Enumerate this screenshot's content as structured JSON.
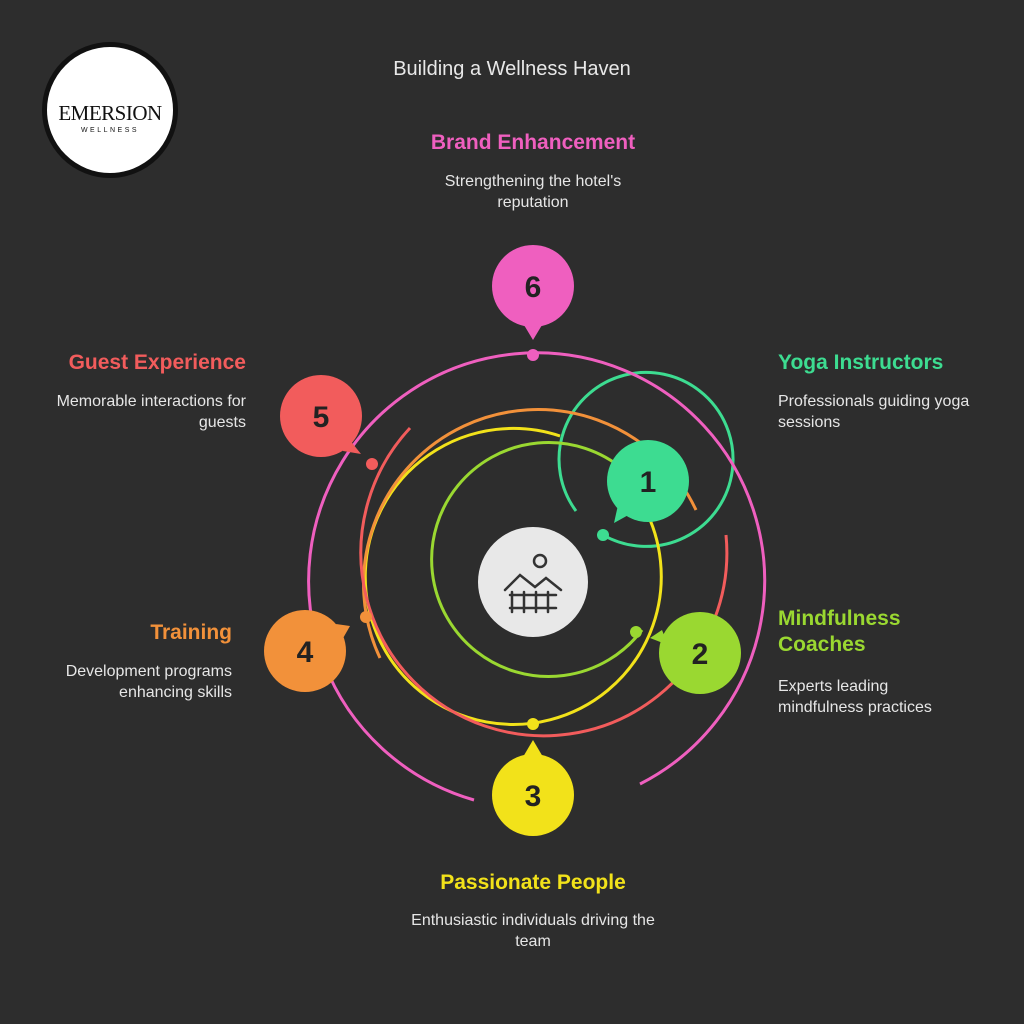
{
  "title": "Building a Wellness Haven",
  "logo": {
    "name": "EMERSION",
    "tagline": "WELLNESS"
  },
  "items": [
    {
      "number": "1",
      "label": "Yoga Instructors",
      "description": "Professionals guiding yoga sessions",
      "color": "#3ddc91"
    },
    {
      "number": "2",
      "label": "Mindfulness Coaches",
      "description": "Experts leading mindfulness practices",
      "color": "#9ad831"
    },
    {
      "number": "3",
      "label": "Passionate People",
      "description": "Enthusiastic individuals driving the team",
      "color": "#f2e21a"
    },
    {
      "number": "4",
      "label": "Training",
      "description": "Development programs enhancing skills",
      "color": "#f2913a"
    },
    {
      "number": "5",
      "label": "Guest Experience",
      "description": "Memorable interactions for guests",
      "color": "#f25c5c"
    },
    {
      "number": "6",
      "label": "Brand Enhancement",
      "description": "Strengthening the hotel's reputation",
      "color": "#ef5fbf"
    }
  ],
  "center_icon": "wellness-landscape-icon"
}
